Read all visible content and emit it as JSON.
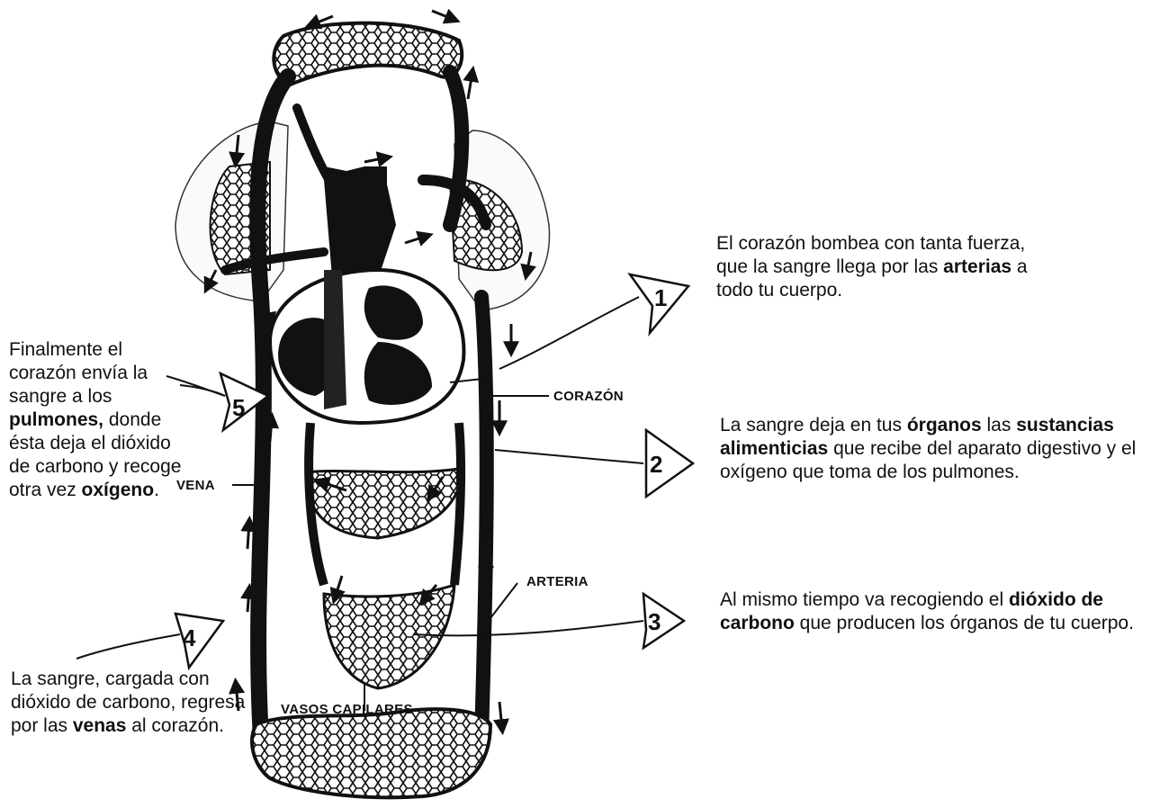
{
  "steps": [
    {
      "number": "1",
      "pre": "El corazón bombea con tanta fuerza, que la sangre llega por las ",
      "bold": "arterias",
      "post": " a todo tu cuerpo."
    },
    {
      "number": "2",
      "pre1": "La sangre deja en tus ",
      "bold1": "órganos",
      "pre2": " las ",
      "bold2": "sustancias alimenticias",
      "post": " que recibe del aparato digestivo y el oxígeno que toma de los pulmones."
    },
    {
      "number": "3",
      "pre": "Al mismo tiempo va recogiendo el ",
      "bold": "dióxido de carbono",
      "post": " que producen los órganos de tu cuerpo."
    },
    {
      "number": "4",
      "pre": "La sangre, cargada con dióxido de carbono, regresa por las ",
      "bold": "venas",
      "post": " al corazón."
    },
    {
      "number": "5",
      "pre": "Finalmente el corazón envía la sangre a los ",
      "bold1": "pulmones,",
      "mid": " donde ésta deja el dióxido de carbono y recoge otra vez ",
      "bold2": "oxígeno",
      "post": "."
    }
  ],
  "labels": {
    "heart": "CORAZÓN",
    "vein": "VENA",
    "artery": "ARTERIA",
    "capillaries": "VASOS CAPILARES"
  }
}
